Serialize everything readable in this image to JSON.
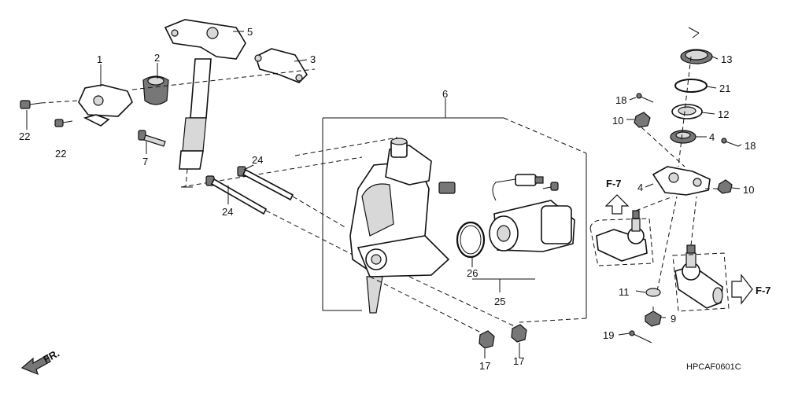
{
  "callouts": {
    "c1": "1",
    "c2": "2",
    "c3": "3",
    "c4a": "4",
    "c4b": "4",
    "c5": "5",
    "c6": "6",
    "c7": "7",
    "c9": "9",
    "c10a": "10",
    "c10b": "10",
    "c11": "11",
    "c12": "12",
    "c13": "13",
    "c17a": "17",
    "c17b": "17",
    "c18a": "18",
    "c18b": "18",
    "c19": "19",
    "c21": "21",
    "c22a": "22",
    "c22b": "22",
    "c24a": "24",
    "c24b": "24",
    "c25": "25",
    "c26": "26"
  },
  "refs": {
    "f7_left": "F-7",
    "f7_right": "F-7"
  },
  "front": "FR.",
  "diagram_code": "HPCAF0601C"
}
